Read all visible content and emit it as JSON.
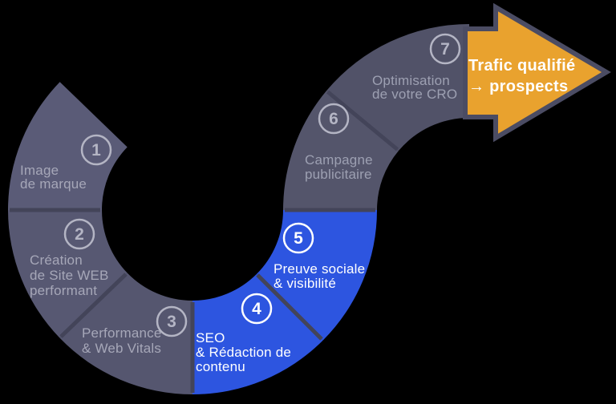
{
  "diagram": {
    "type": "process-s-curve",
    "language": "fr",
    "steps": [
      {
        "number": "1",
        "label_lines": [
          "Image",
          "de marque"
        ],
        "highlighted": false
      },
      {
        "number": "2",
        "label_lines": [
          "Création",
          "de Site WEB",
          "performant"
        ],
        "highlighted": false
      },
      {
        "number": "3",
        "label_lines": [
          "Performance",
          "& Web Vitals"
        ],
        "highlighted": false
      },
      {
        "number": "4",
        "label_lines": [
          "SEO",
          "& Rédaction de",
          "contenu"
        ],
        "highlighted": true
      },
      {
        "number": "5",
        "label_lines": [
          "Preuve sociale",
          "& visibilité"
        ],
        "highlighted": true
      },
      {
        "number": "6",
        "label_lines": [
          "Campagne",
          "publicitaire"
        ],
        "highlighted": false
      },
      {
        "number": "7",
        "label_lines": [
          "Optimisation",
          "de votre CRO"
        ],
        "highlighted": false
      }
    ],
    "arrow": {
      "label_lines": [
        "Trafic qualifié",
        "→ prospects"
      ]
    },
    "colors": {
      "background": "#000000",
      "segment_fills": [
        "#5a5b77",
        "#575872",
        "#55566f",
        "#2d55e0",
        "#2d55e0",
        "#54556b",
        "#515268"
      ],
      "segment_highlight": "#2d55e0",
      "divider": "#434459",
      "circle_light": "#b4b5c4",
      "label_light": "#a6a7b8",
      "label_dim": "#9da0b2",
      "white": "#ffffff",
      "arrow_fill": "#e9a22e",
      "arrow_outline": "#4b4c63"
    }
  }
}
